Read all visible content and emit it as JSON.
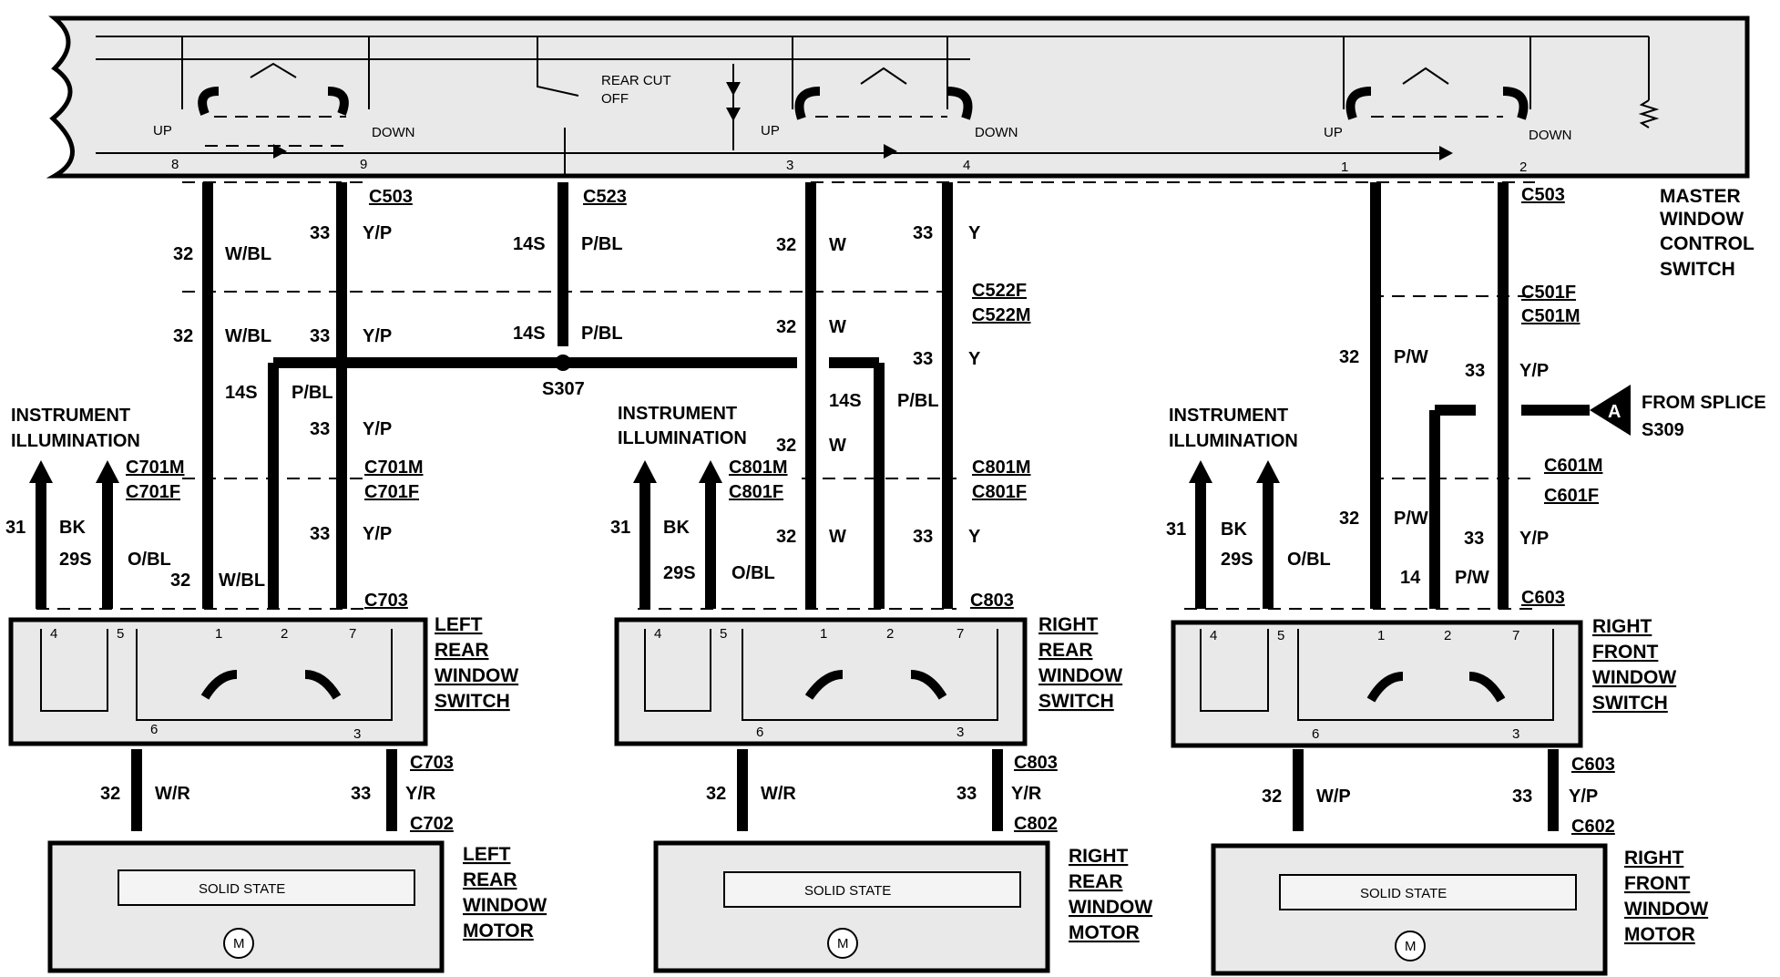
{
  "master_switch": {
    "title": [
      "MASTER",
      "WINDOW",
      "CONTROL",
      "SWITCH"
    ],
    "rear_cut_label": "REAR CUT",
    "off_label": "OFF",
    "up": "UP",
    "down": "DOWN",
    "pins": [
      "8",
      "9",
      "3",
      "4",
      "1",
      "2"
    ]
  },
  "connectors": {
    "c503": "C503",
    "c523": "C523",
    "c522f": "C522F",
    "c522m": "C522M",
    "c501f": "C501F",
    "c501m": "C501M",
    "s307": "S307",
    "c701m": "C701M",
    "c701f": "C701F",
    "c801m": "C801M",
    "c801f": "C801F",
    "c601m": "C601M",
    "c601f": "C601F",
    "c703": "C703",
    "c803": "C803",
    "c603": "C603",
    "c702": "C702",
    "c802": "C802",
    "c602": "C602"
  },
  "splice": {
    "letter": "A",
    "from": "FROM SPLICE",
    "id": "S309"
  },
  "instrument": [
    "INSTRUMENT",
    "ILLUMINATION"
  ],
  "wires": {
    "n32": "32",
    "n33": "33",
    "n14s": "14S",
    "n31": "31",
    "n29s": "29S",
    "n14": "14",
    "wbl": "W/BL",
    "yp": "Y/P",
    "pbl": "P/BL",
    "w": "W",
    "y": "Y",
    "pw": "P/W",
    "bk": "BK",
    "obl": "O/BL",
    "wr": "W/R",
    "yr": "Y/R",
    "wp": "W/P"
  },
  "switch_pins": [
    "4",
    "5",
    "1",
    "2",
    "7",
    "6",
    "3"
  ],
  "switches": {
    "left_rear": [
      "LEFT",
      "REAR",
      "WINDOW",
      "SWITCH"
    ],
    "right_rear": [
      "RIGHT",
      "REAR",
      "WINDOW",
      "SWITCH"
    ],
    "right_front": [
      "RIGHT",
      "FRONT",
      "WINDOW",
      "SWITCH"
    ]
  },
  "motors": {
    "solid_state": "SOLID   STATE",
    "m": "M",
    "left_rear": [
      "LEFT",
      "REAR",
      "WINDOW",
      "MOTOR"
    ],
    "right_rear": [
      "RIGHT",
      "REAR",
      "WINDOW",
      "MOTOR"
    ],
    "right_front": [
      "RIGHT",
      "FRONT",
      "WINDOW",
      "MOTOR"
    ]
  }
}
